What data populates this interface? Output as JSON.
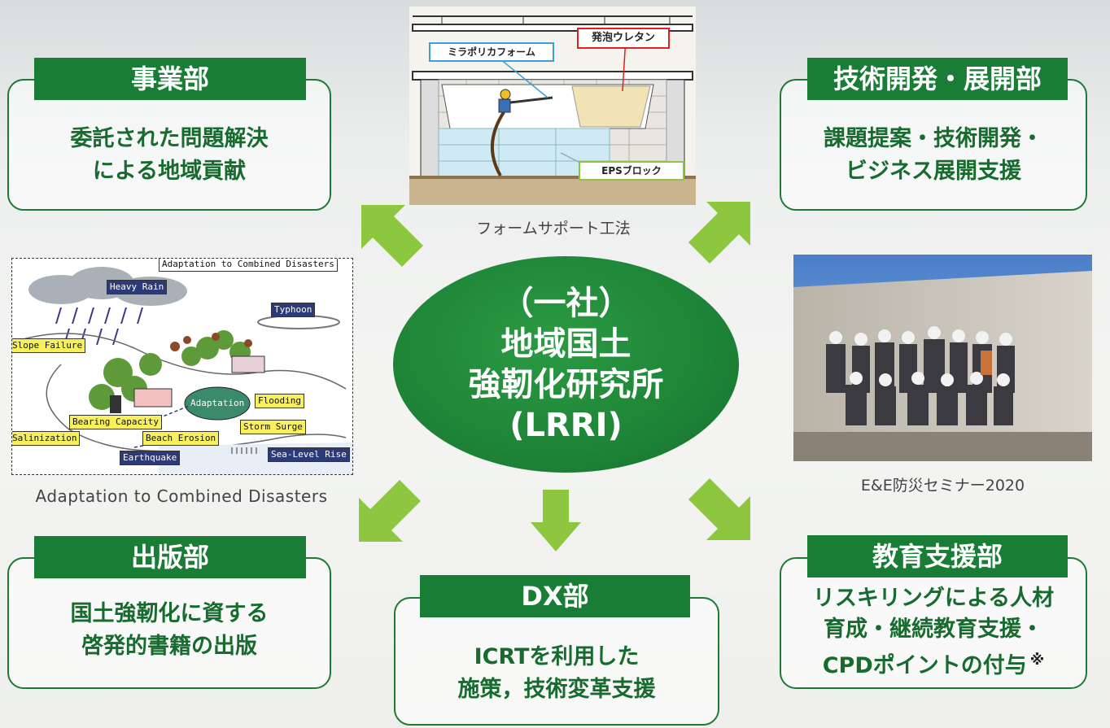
{
  "departments": {
    "business": {
      "name": "事業部",
      "lines": [
        "委託された問題解決",
        "による地域貢献"
      ]
    },
    "tech": {
      "name": "技術開発・展開部",
      "lines": [
        "課題提案・技術開発・",
        "ビジネス展開支援"
      ]
    },
    "publishing": {
      "name": "出版部",
      "lines": [
        "国土強靭化に資する",
        "啓発的書籍の出版"
      ]
    },
    "dx": {
      "name": "DX部",
      "lines": [
        "ICRTを利用した",
        "施策，技術変革支援"
      ]
    },
    "education": {
      "name": "教育支援部",
      "lines": [
        "リスキリングによる人材",
        "育成・継続教育支援・",
        "CPDポイントの付与"
      ],
      "note_mark": "※"
    }
  },
  "center": {
    "lines": [
      "（一社）",
      "地域国土",
      "強靭化研究所",
      "(LRRI)"
    ]
  },
  "captions": {
    "foam": "フォームサポート工法",
    "seminar": "E&E防災セミナー2020",
    "disasters": "Adaptation to Combined Disasters"
  },
  "foam_diagram": {
    "labels": {
      "urethane": "発泡ウレタン",
      "milapori": "ミラポリカフォーム",
      "eps": "EPSブロック"
    }
  },
  "disaster_diagram": {
    "title": "Adaptation to Combined Disasters",
    "tags": {
      "heavy_rain": "Heavy Rain",
      "typhoon": "Typhoon",
      "slope_failure": "Slope Failure",
      "adaptation": "Adaptation",
      "flooding": "Flooding",
      "bearing_capacity": "Bearing Capacity",
      "storm_surge": "Storm Surge",
      "salinization": "Salinization",
      "beach_erosion": "Beach Erosion",
      "earthquake": "Earthquake",
      "sea_level_rise": "Sea-Level Rise"
    }
  },
  "colors": {
    "green_dark": "#1a7d35",
    "green_text": "#176b2f",
    "arrow": "#8dc63f"
  }
}
